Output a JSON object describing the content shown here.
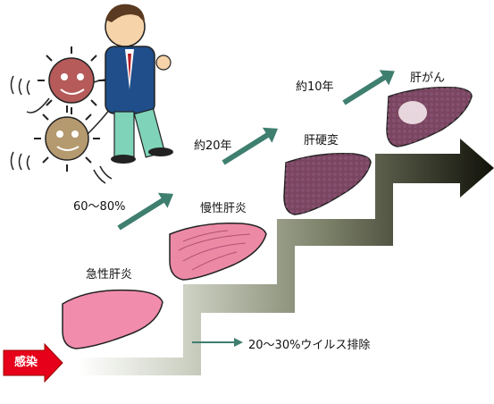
{
  "stages": {
    "infection": "感染",
    "acute": "急性肝炎",
    "chronic": "慢性肝炎",
    "cirrhosis": "肝硬変",
    "cancer": "肝がん"
  },
  "transitions": {
    "acute_to_chronic": "60～80%",
    "chronic_to_cirrhosis": "約20年",
    "cirrhosis_to_cancer": "約10年",
    "clearance": "20～30%ウイルス排除"
  },
  "colors": {
    "infection_badge": "#e6001a",
    "arrow_teal": "#3f7f70",
    "staircase_dark": "#15160f",
    "liver_pink": "#f28cac",
    "liver_dark": "#6e3a58"
  }
}
